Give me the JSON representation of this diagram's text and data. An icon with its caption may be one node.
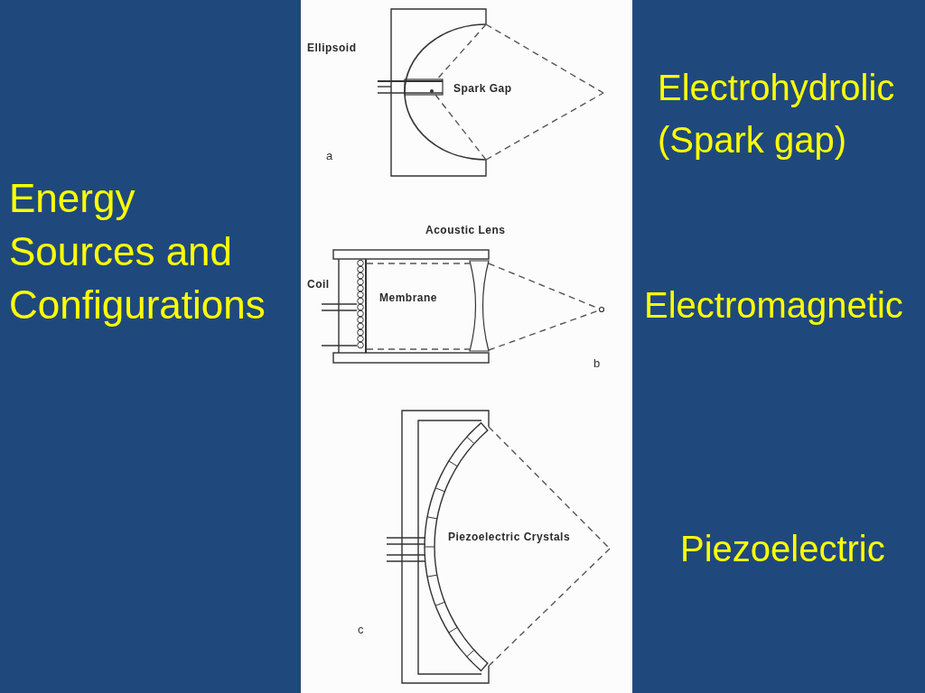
{
  "diagram": {
    "title": "Energy Sources and Configurations",
    "labels": [
      "Ellipsoid",
      "Spark Gap",
      "a",
      "Electrohydrolic (Spark gap)",
      "Acoustic Lens",
      "Coil",
      "Membrane",
      "b",
      "Electromagnetic",
      "Piezoelectric Crystals",
      "c",
      "Piezoelectric"
    ]
  }
}
